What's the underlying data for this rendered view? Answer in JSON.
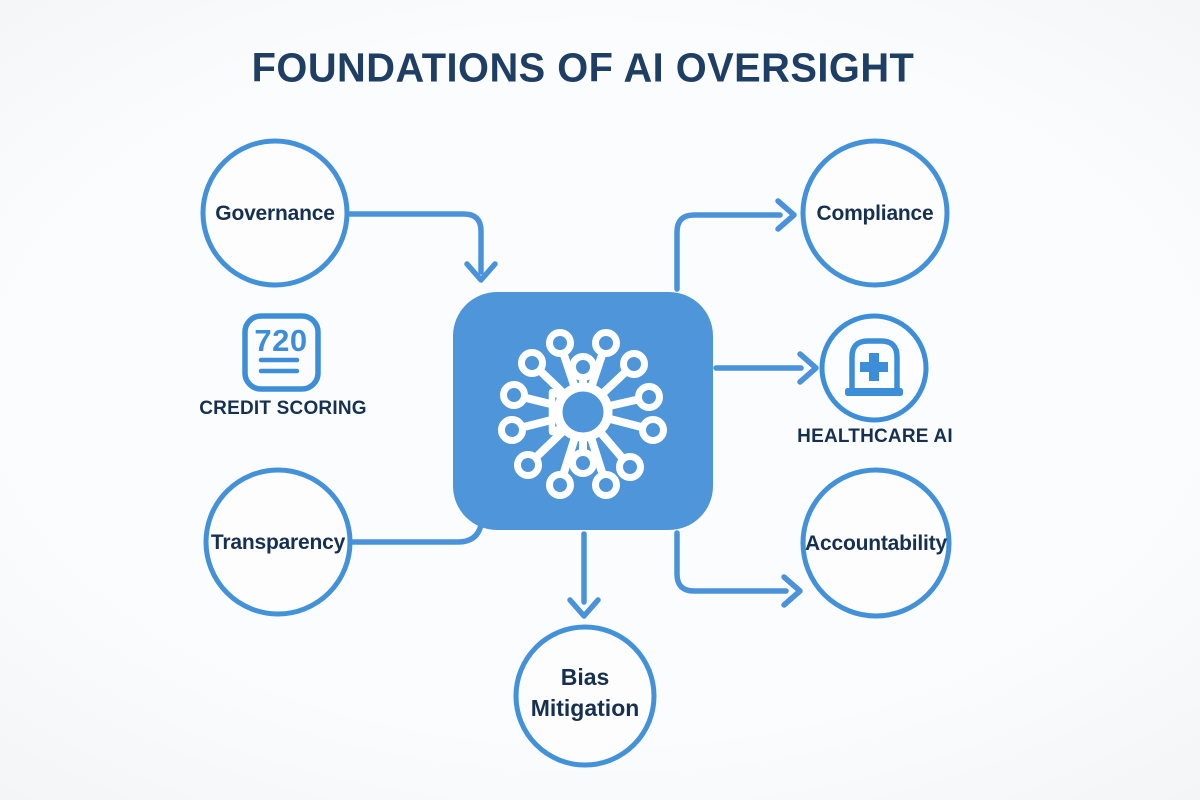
{
  "title": "FOUNDATIONS OF AI OVERSIGHT",
  "central_hub": {
    "icon": "ai-network-hub-icon",
    "fill_color": "#4e96d9"
  },
  "nodes": {
    "governance": {
      "label": "Governance",
      "position": "top-left"
    },
    "compliance": {
      "label": "Compliance",
      "position": "top-right"
    },
    "transparency": {
      "label": "Transparency",
      "position": "bottom-left"
    },
    "accountability": {
      "label": "Accountability",
      "position": "bottom-right"
    },
    "bias_mitigation": {
      "label": "Bias Mitigation",
      "position": "bottom-center"
    }
  },
  "use_cases": {
    "credit_scoring": {
      "score": "720",
      "label": "CREDIT SCORING",
      "icon": "score-report-icon"
    },
    "healthcare": {
      "label": "HEALTHCARE AI",
      "icon": "hospital-cross-icon"
    }
  },
  "connections": [
    {
      "from": "governance",
      "to": "central-hub",
      "arrowhead": true
    },
    {
      "from": "central-hub",
      "to": "compliance",
      "arrowhead": true
    },
    {
      "from": "central-hub",
      "to": "healthcare-ai",
      "arrowhead": true
    },
    {
      "from": "transparency",
      "to": "central-hub",
      "arrowhead": false
    },
    {
      "from": "central-hub",
      "to": "accountability",
      "arrowhead": true
    },
    {
      "from": "central-hub",
      "to": "bias-mitigation",
      "arrowhead": true
    }
  ],
  "colors": {
    "accent_blue": "#4291d9",
    "hub_fill": "#4e96d9",
    "icon_blue": "#3d8ed8",
    "navy_text": "#16314f",
    "title_navy": "#1e3e63",
    "background": "#f7f8fa",
    "node_fill": "#fdfdfd"
  }
}
